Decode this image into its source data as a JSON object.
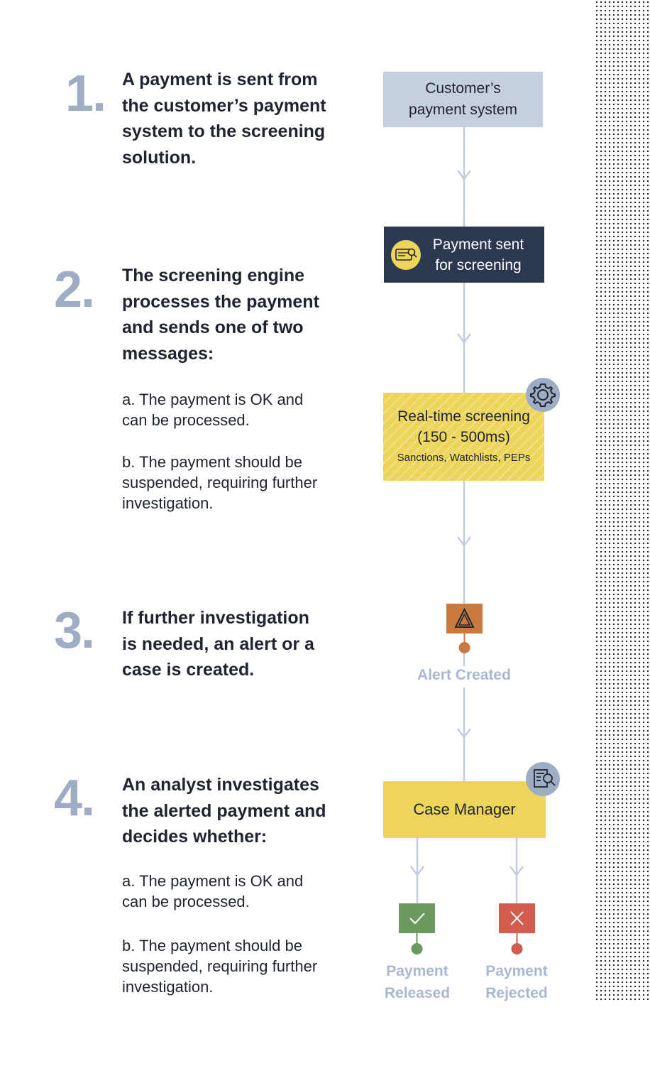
{
  "steps": [
    {
      "number": "1.",
      "title": "A payment is sent from the customer’s payment system to the screening solution."
    },
    {
      "number": "2.",
      "title": "The screening engine processes the payment and sends one of two messages:",
      "a": "a. The payment is OK and can be processed.",
      "b": "b. The payment should be suspended, requiring further investigation."
    },
    {
      "number": "3.",
      "title": "If further investigation is needed, an alert or a case is created."
    },
    {
      "number": "4.",
      "title": "An analyst investigates the alerted payment and decides whether:",
      "a": "a. The payment is OK and can be processed.",
      "b": "b. The payment should be suspended, requiring further investigation."
    }
  ],
  "flow": {
    "customer": "Customer’s payment system",
    "sent": "Payment sent for screening",
    "screening_title": "Real-time screening (150 - 500ms)",
    "screening_sub": "Sanctions, Watchlists, PEPs",
    "alert": "Alert Created",
    "case": "Case Manager",
    "released": "Payment Released",
    "rejected": "Payment Rejected"
  },
  "icons": {
    "sent": "payment-card-search-icon",
    "screening": "gear-icon",
    "alert": "warning-triangle-icon",
    "case": "document-search-icon",
    "released": "checkmark-icon",
    "rejected": "x-icon"
  },
  "colors": {
    "step_number": "#9fadc4",
    "customer_box": "#c5cfdf",
    "sent_box": "#2c3850",
    "screening_box": "#ecd55a",
    "alert": "#c97b3f",
    "case_box": "#ecd55a",
    "released": "#6b9a5e",
    "rejected": "#d25c4e",
    "connector": "#c3cddd",
    "label": "#a9b8d0"
  }
}
